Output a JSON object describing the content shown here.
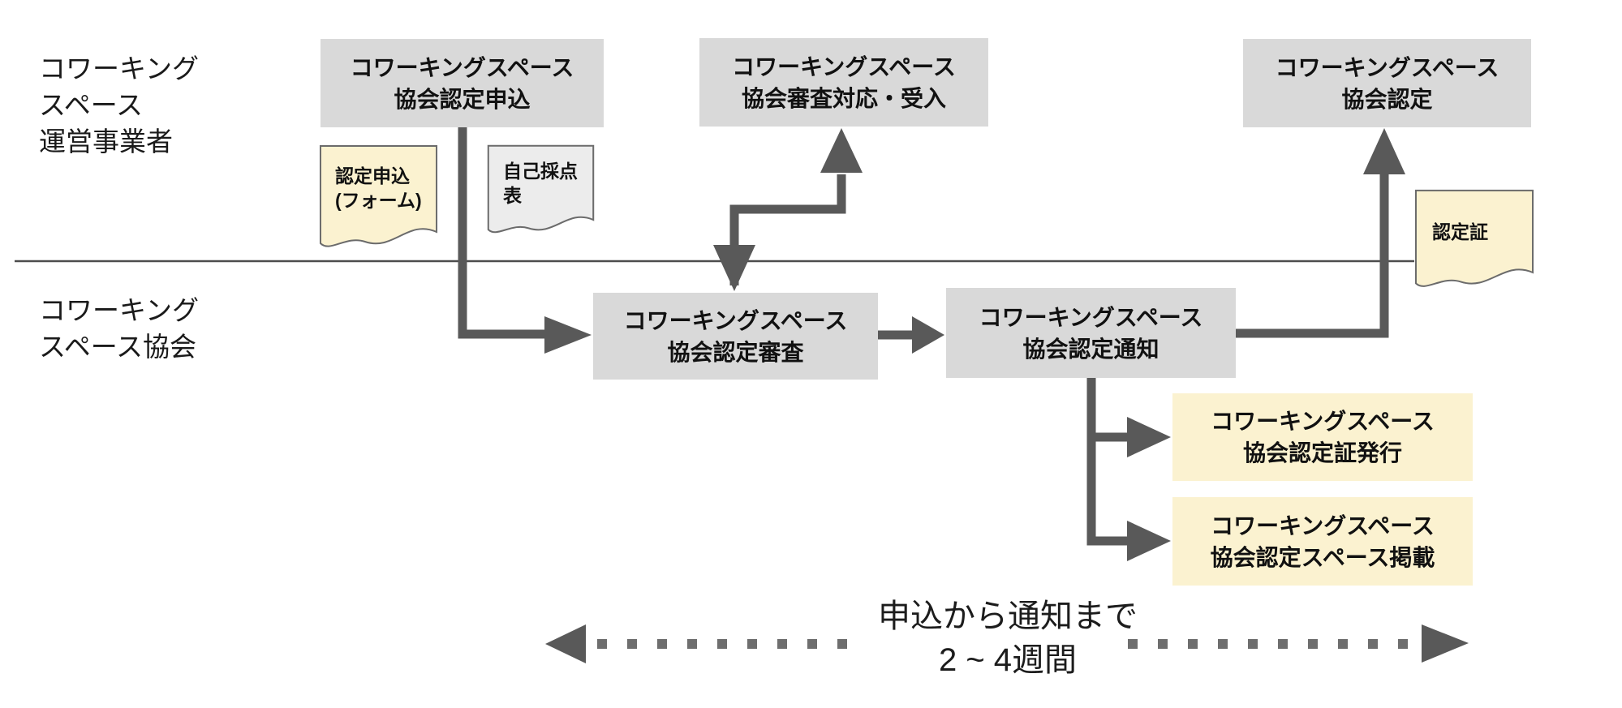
{
  "lanes": {
    "operator_label": "コワーキング\nスペース\n運営事業者",
    "association_label": "コワーキング\nスペース協会"
  },
  "boxes": {
    "apply": "コワーキングスペース\n協会認定申込",
    "respond": "コワーキングスペース\n協会審査対応・受入",
    "certified": "コワーキングスペース\n協会認定",
    "review": "コワーキングスペース\n協会認定審査",
    "notify": "コワーキングスペース\n協会認定通知",
    "issue": "コワーキングスペース\n協会認定証発行",
    "publish": "コワーキングスペース\n協会認定スペース掲載"
  },
  "documents": {
    "application_form": "認定申込\n(フォーム)",
    "self_scoring_sheet": "自己採点\n表",
    "certificate": "認定証"
  },
  "timeline": {
    "label": "申込から通知まで\n2 ~ 4週間"
  },
  "colors": {
    "process_box": "#d9d9d9",
    "highlight_box": "#fbf2d0",
    "document_yellow": "#fbf2d0",
    "document_gray": "#ececec",
    "arrow": "#595959",
    "divider": "#4d4d4d",
    "text": "#1c1c1c"
  }
}
